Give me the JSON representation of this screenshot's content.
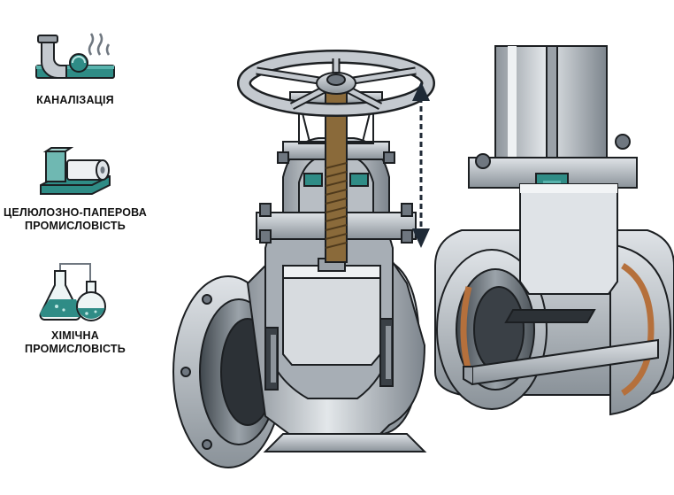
{
  "applications": [
    {
      "label": "КАНАЛІЗАЦІЯ",
      "icon": "sewer-pipe-icon"
    },
    {
      "label_lines": [
        "ЦЕЛЮЛОЗНО-ПАПЕРОВА",
        "ПРОМИСЛОВІСТЬ"
      ],
      "icon": "paper-roll-icon"
    },
    {
      "label_lines": [
        "ХІМІЧНА",
        "ПРОМИСЛОВІСТЬ"
      ],
      "icon": "chemistry-flasks-icon"
    }
  ],
  "colors": {
    "teal": "#2f8c86",
    "metal": "#c4c9cf",
    "metal_dark": "#6f7780",
    "outline": "#1c1f22",
    "arrow": "#1f2a36",
    "seal": "#b5703c"
  },
  "diagram": {
    "left_valve": "handwheel-gate-valve-cutaway",
    "right_valve": "actuated-knife-gate-valve-cutaway",
    "motion_arrow": "vertical-double-arrow"
  }
}
